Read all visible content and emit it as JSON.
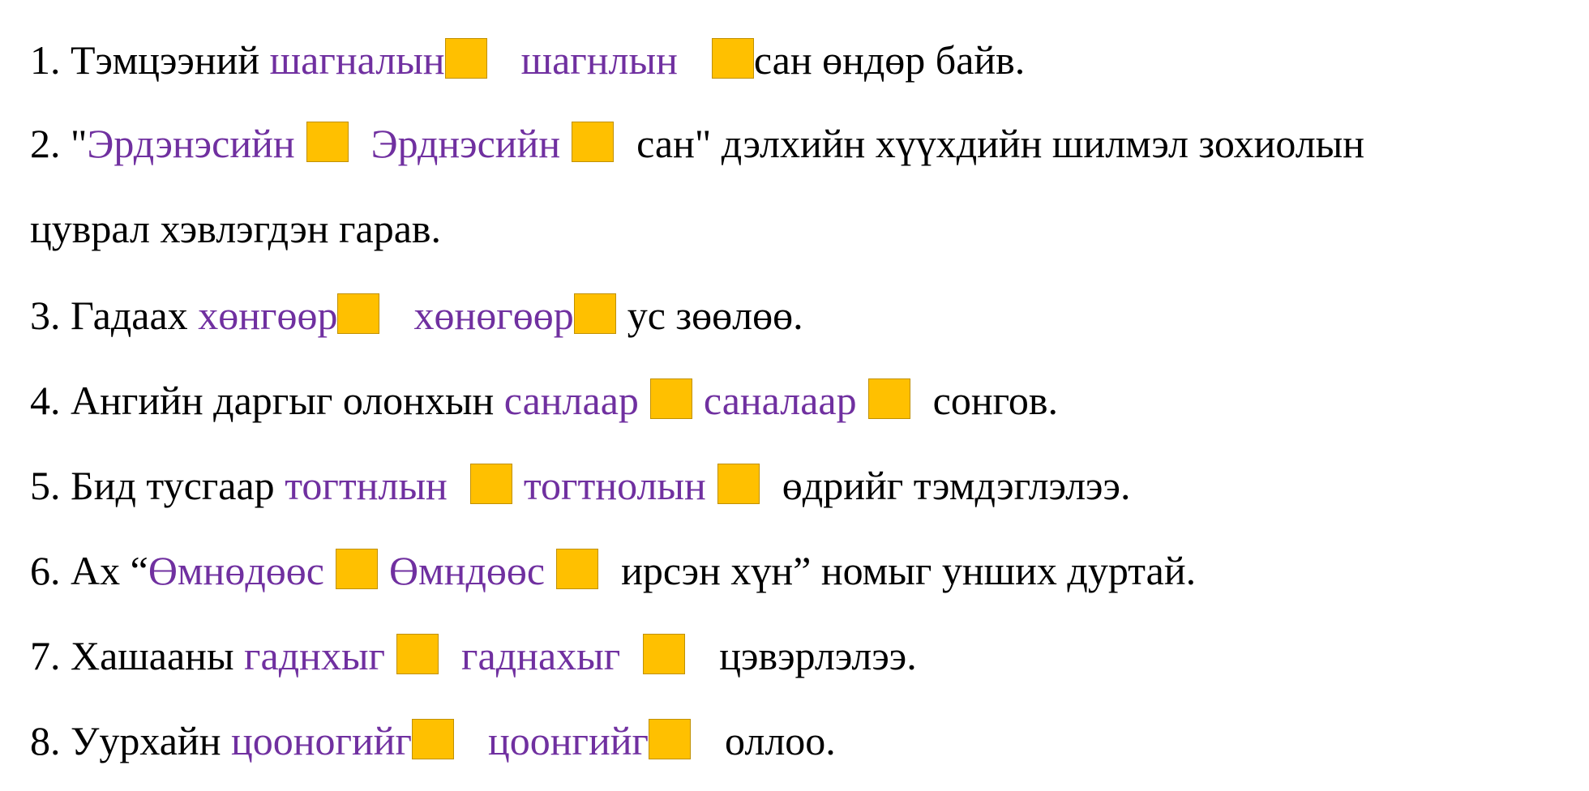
{
  "colors": {
    "option_text": "#7030a0",
    "checkbox_fill": "#ffc000",
    "checkbox_border": "#c09000"
  },
  "sentences": [
    {
      "num": "1.",
      "before": "Тэмцээний",
      "opt1": "шагналын",
      "opt2": "шагнлын",
      "after": "сан өндөр байв."
    },
    {
      "num": "2.",
      "before": "\"",
      "opt1": "Эрдэнэсийн",
      "opt2": "Эрднэсийн",
      "after": "сан\" дэлхийн хүүхдийн шилмэл зохиолын",
      "cont": "цуврал хэвлэгдэн гарав."
    },
    {
      "num": "3.",
      "before": "Гадаах",
      "opt1": "хөнгөөр",
      "opt2": "хөнөгөөр",
      "after": "ус зөөлөө."
    },
    {
      "num": "4.",
      "before": "Ангийн даргыг олонхын",
      "opt1": "санлаар",
      "opt2": "саналаар",
      "after": "сонгов."
    },
    {
      "num": "5.",
      "before": "Бид тусгаар",
      "opt1": "тогтнлын",
      "opt2": "тогтнолын",
      "after": "өдрийг тэмдэглэлээ."
    },
    {
      "num": "6.",
      "before": "Ах “",
      "opt1": "Өмнөдөөс",
      "opt2": "Өмндөөс",
      "after": "ирсэн хүн” номыг унших дуртай."
    },
    {
      "num": "7.",
      "before": "Хашааны",
      "opt1": "гаднхыг",
      "opt2": "гаднахыг",
      "after": "цэвэрлэлээ."
    },
    {
      "num": "8.",
      "before": "Уурхайн",
      "opt1": "цооногийг",
      "opt2": "цоонгийг",
      "after": "оллоо."
    }
  ]
}
